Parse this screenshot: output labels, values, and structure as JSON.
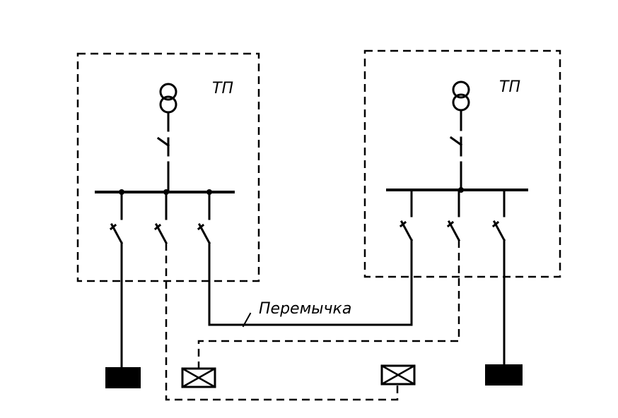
{
  "substations": [
    {
      "label": "ТП"
    },
    {
      "label": "ТП"
    }
  ],
  "jumper_label": "Перемычка",
  "colors": {
    "line": "#000000",
    "background": "#ffffff"
  }
}
